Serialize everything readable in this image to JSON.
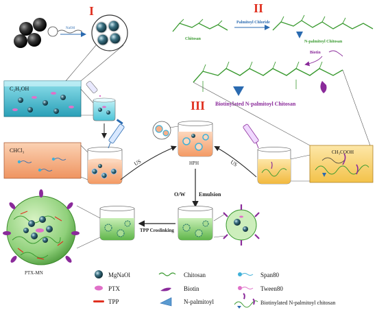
{
  "sections": {
    "one": "I",
    "two": "II",
    "three": "III"
  },
  "step_labels": {
    "naoh": "NaOH",
    "palmitoyl_chloride": "Palmitoyl Chloride",
    "biotin_arrow": "Biotin",
    "us_left": "US",
    "us_right": "US",
    "ow": "O/W",
    "emulsion": "Emulsion",
    "tpp_crosslinking": "TPP Croslinking",
    "hph": "HPH"
  },
  "box_labels": {
    "ethanol": "C₂H₅OH",
    "chloroform": "CHCl₃",
    "acetic_acid": "CH₃COOH"
  },
  "chain_labels": {
    "chitosan": "Chitosan",
    "n_palmitoyl_chitosan": "N-palmitoyl Chitosan",
    "biotinylated": "Biotinylated N-palmitoyl Chitosan"
  },
  "product_label": "PTX-MN",
  "legend": [
    {
      "key": "mgnaol",
      "label": "MgNaOl"
    },
    {
      "key": "ptx",
      "label": "PTX"
    },
    {
      "key": "tpp",
      "label": "TPP"
    },
    {
      "key": "chitosan",
      "label": "Chitosan"
    },
    {
      "key": "biotin",
      "label": "Biotin"
    },
    {
      "key": "npalm",
      "label": "N-palmitoyl"
    },
    {
      "key": "span80",
      "label": "Span80"
    },
    {
      "key": "tween80",
      "label": "Tween80"
    },
    {
      "key": "bnpc",
      "label": "Biotinylated N-palmitoyl chitosan"
    }
  ],
  "colors": {
    "section_red": "#e03020",
    "chitosan_green": "#3a9a30",
    "palmitoyl_blue": "#2a6ab0",
    "biotin_purple": "#8a2a9a",
    "cyan_box": "#5bc8d8",
    "orange_box": "#f0a070",
    "yellow_box": "#f7d070",
    "sphere_green": "#7bc86a"
  }
}
